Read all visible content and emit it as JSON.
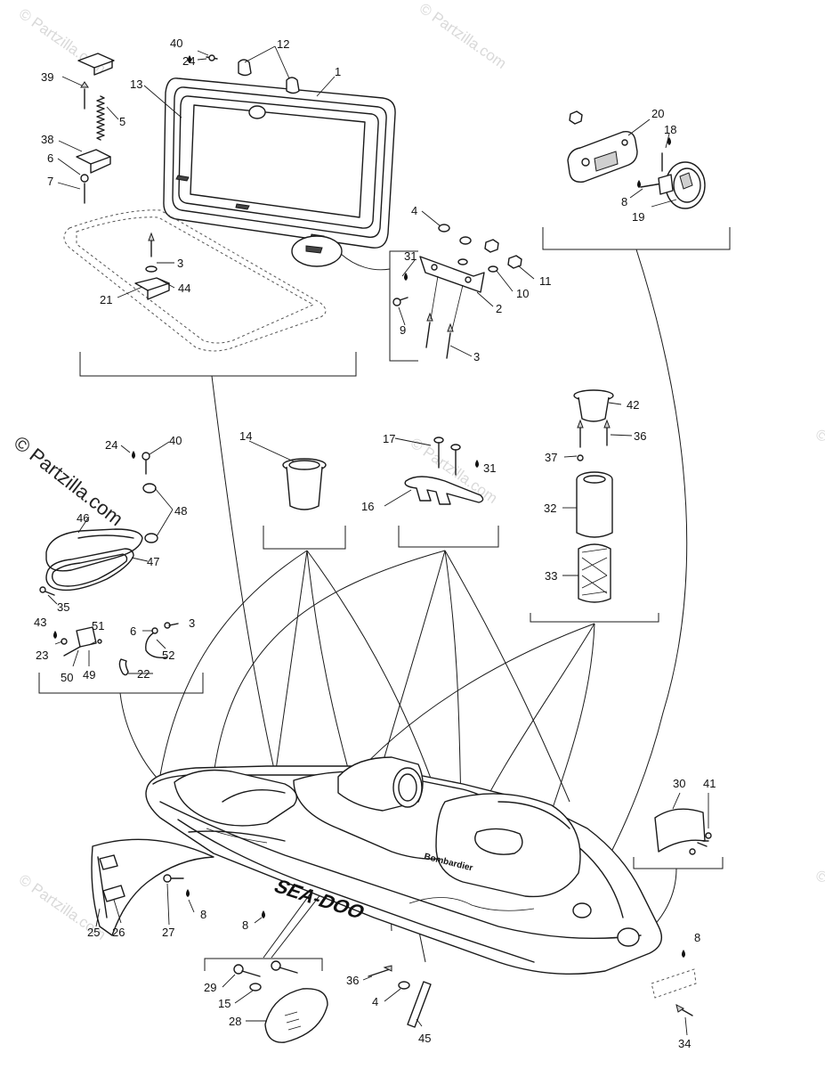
{
  "watermark": {
    "text": "© Partzilla.com",
    "main_text": "© Partzilla.com"
  },
  "callouts": {
    "n1": "1",
    "n2": "2",
    "n3a": "3",
    "n3b": "3",
    "n3c": "3",
    "n4a": "4",
    "n4b": "4",
    "n5": "5",
    "n6a": "6",
    "n6b": "6",
    "n7": "7",
    "n8a": "8",
    "n8b": "8",
    "n8c": "8",
    "n8d": "8",
    "n9": "9",
    "n10": "10",
    "n11": "11",
    "n12": "12",
    "n13": "13",
    "n14": "14",
    "n15": "15",
    "n16": "16",
    "n17": "17",
    "n18": "18",
    "n19": "19",
    "n20": "20",
    "n21": "21",
    "n22": "22",
    "n23": "23",
    "n24a": "24",
    "n24b": "24",
    "n25": "25",
    "n26": "26",
    "n27": "27",
    "n28": "28",
    "n29": "29",
    "n30": "30",
    "n31a": "31",
    "n31b": "31",
    "n32": "32",
    "n33": "33",
    "n34": "34",
    "n35": "35",
    "n36a": "36",
    "n36b": "36",
    "n37": "37",
    "n38": "38",
    "n39": "39",
    "n40a": "40",
    "n40b": "40",
    "n41": "41",
    "n42": "42",
    "n43": "43",
    "n44": "44",
    "n45": "45",
    "n46": "46",
    "n47": "47",
    "n48": "48",
    "n49": "49",
    "n50": "50",
    "n51": "51",
    "n52": "52"
  },
  "hull_decals": {
    "brand": "SEA-DOO",
    "maker": "Bombardier"
  }
}
